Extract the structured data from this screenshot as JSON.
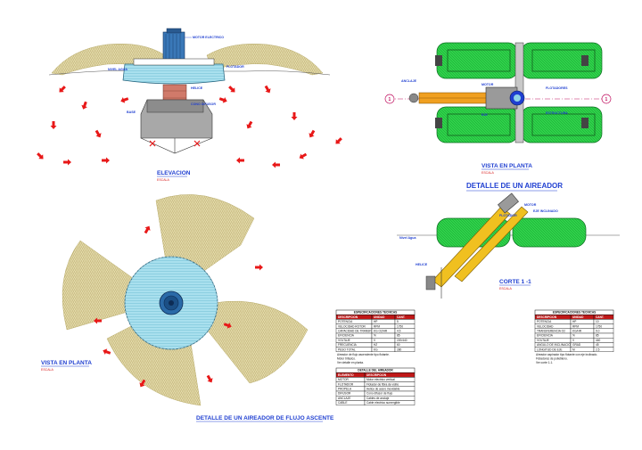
{
  "views": {
    "elevation_title": "ELEVACION",
    "plan_view_left_title": "VISTA EN PLANTA",
    "detail_flow_title": "DETALLE DE UN AIREADOR DE FLUJO ASCENTE",
    "plan_view_right_title": "VISTA EN PLANTA",
    "aerator_detail_title": "DETALLE DE UN AIREADOR",
    "section_title": "CORTE 1 -1",
    "scale_label": "ESCALA"
  },
  "section_markers": {
    "left": "1",
    "right": "1"
  },
  "table_left": {
    "title": "ESPECIFICACIONES TECNICAS",
    "header": [
      "DESCRIPCION",
      "UNIDAD",
      "CANT."
    ],
    "rows": [
      [
        "POTENCIA",
        "HP",
        "5"
      ],
      [
        "VELOCIDAD ROTOR",
        "RPM",
        "1750"
      ],
      [
        "CAPACIDAD DE TRANSFERENCIA",
        "KG O2/HR",
        "4.5"
      ],
      [
        "EFICIENCIA",
        "%",
        "85"
      ],
      [
        "VOLTAJE",
        "V",
        "220/440"
      ],
      [
        "FRECUENCIA",
        "HZ",
        "60"
      ],
      [
        "PESO TOTAL",
        "KG",
        "280"
      ]
    ],
    "notes": [
      "Aireador de flujo ascendente tipo flotante.",
      "Motor trifasico.",
      "Ver detalle en planta."
    ]
  },
  "table_left_lower": {
    "title": "DETALLE DEL AIREADOR",
    "header": [
      "ELEMENTO",
      "DESCRIPCION"
    ],
    "rows": [
      [
        "MOTOR",
        "Motor electrico vertical"
      ],
      [
        "FLOTADOR",
        "Flotador de fibra de vidrio"
      ],
      [
        "PROPELA",
        "Helice de acero inoxidable"
      ],
      [
        "DIFUSOR",
        "Cono difusor de flujo"
      ],
      [
        "ANCLAJE",
        "Cables de anclaje"
      ],
      [
        "CABLE",
        "Cable electrico sumergible"
      ]
    ]
  },
  "table_right": {
    "title": "ESPECIFICACIONES TECNICAS",
    "header": [
      "DESCRIPCION",
      "UNIDAD",
      "CANT."
    ],
    "rows": [
      [
        "POTENCIA",
        "HP",
        "10"
      ],
      [
        "VELOCIDAD",
        "RPM",
        "1750"
      ],
      [
        "TRANSFERENCIA O2",
        "KG/HR",
        "9.0"
      ],
      [
        "EFICIENCIA",
        "%",
        "85"
      ],
      [
        "VOLTAJE",
        "V",
        "440"
      ],
      [
        "ANGULO DE INCLINACION",
        "GRAD",
        "45"
      ],
      [
        "LONGITUD DE EJE",
        "M",
        "2.5"
      ]
    ],
    "notes": [
      "Aireador aspirador tipo flotante con eje inclinado.",
      "Flotadores de polietileno.",
      "Ver corte 1-1."
    ]
  },
  "tags": {
    "motor": "MOTOR ELECTRICO",
    "float": "FLOTADOR",
    "water_level": "NIVEL AGUA",
    "cone": "CONO DIFUSOR",
    "propeller": "HELICE",
    "base": "BASE",
    "shaft": "EJE",
    "floats_plan": "FLOTADORES",
    "frame": "ESTRUCTURA",
    "motor_plan": "MOTOR",
    "anchor": "ANCLAJE",
    "nivel": "Nivel Agua",
    "shaft_sec": "EJE INCLINADO",
    "motor_sec": "MOTOR",
    "float_sec": "FLOTADOR",
    "prop_sec": "HELICE"
  },
  "colors": {
    "blue": "#1f3fd1",
    "red": "#e81818",
    "green": "#18c23a",
    "dark_green": "#0a6b1e",
    "spray": "#d9cf9c",
    "spray_line": "#b8ab6a",
    "cyan": "#8fd3e6",
    "orange": "#f0a020",
    "gray": "#8a8a8a"
  }
}
